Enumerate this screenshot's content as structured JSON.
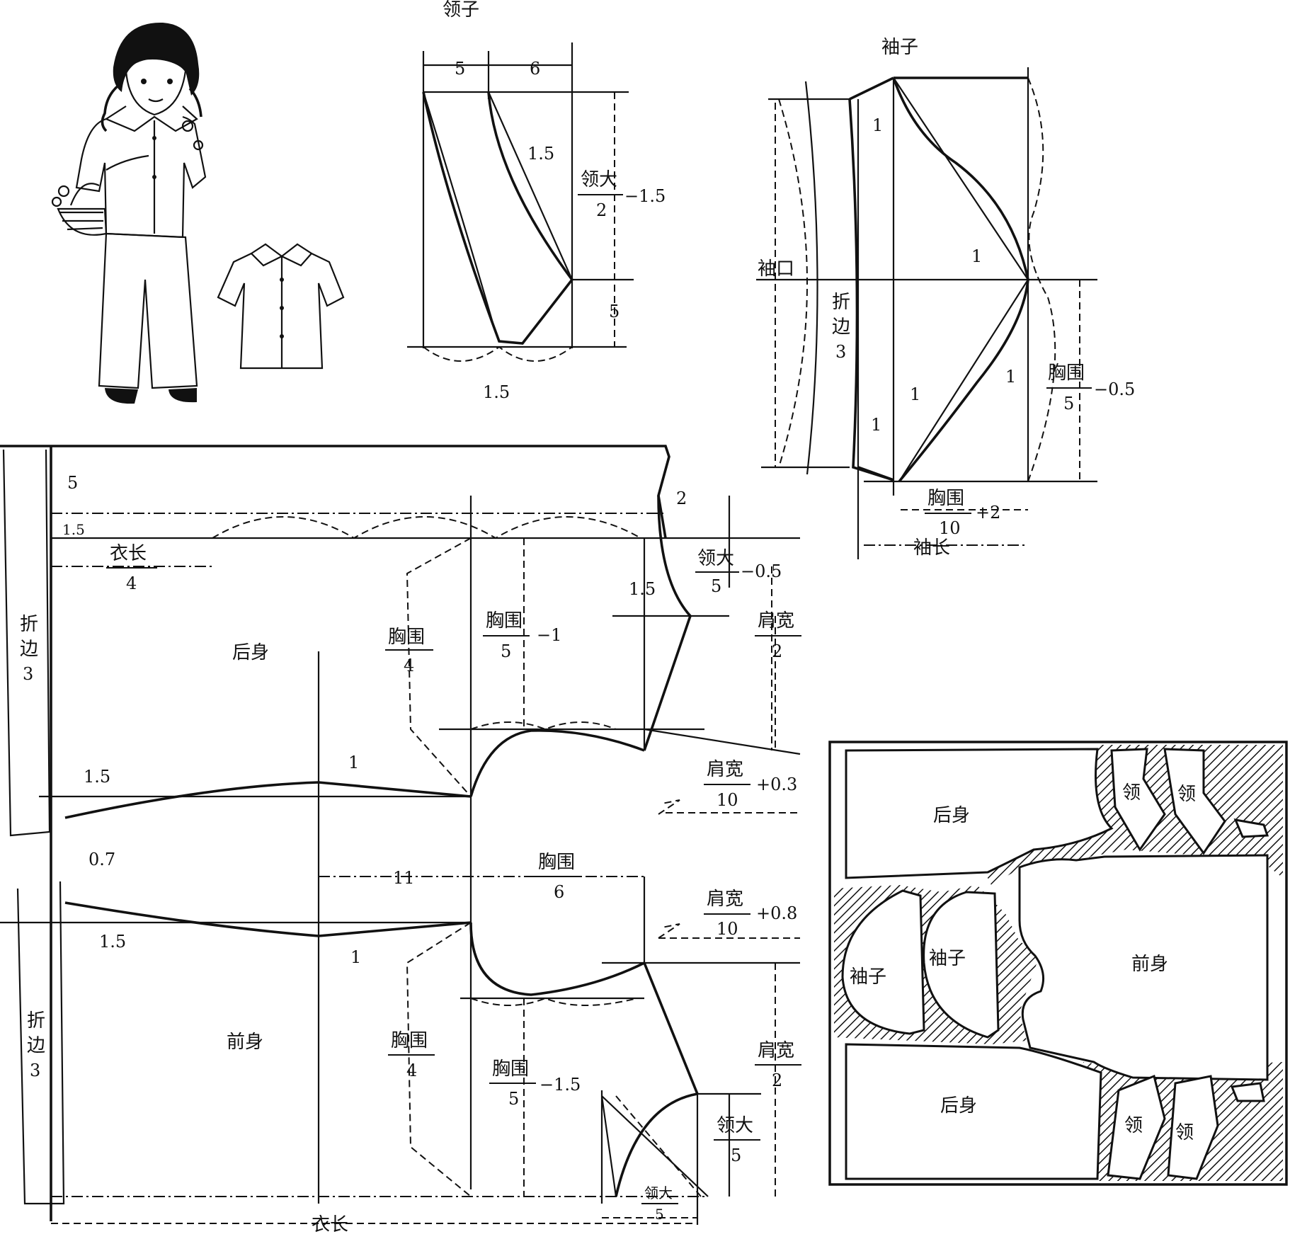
{
  "collar": {
    "title": "领子",
    "m5": "5",
    "m6": "6",
    "m1_5a": "1.5",
    "m1_5b": "1.5",
    "m5b": "5",
    "neck_num": "领大",
    "neck_den": "2",
    "neck_suffix": "−1.5"
  },
  "sleeve": {
    "title": "袖子",
    "cuff": "袖口",
    "fold_a": "折",
    "fold_b": "边",
    "fold_c": "3",
    "m1a": "1",
    "m1b": "1",
    "m1c": "1",
    "m1d": "1",
    "m1e": "1",
    "chest_num": "胸围",
    "chest_den": "5",
    "chest_suffix": "−0.5",
    "chest10_num": "胸围",
    "chest10_den": "10",
    "chest10_suffix": "+2",
    "length": "袖长"
  },
  "body": {
    "back": "后身",
    "front": "前身",
    "fold_a": "折",
    "fold_b": "边",
    "fold_c": "3",
    "fold2_a": "折",
    "fold2_b": "边",
    "fold2_c": "3",
    "m5": "5",
    "m1_5top": "1.5",
    "m2": "2",
    "m1_5neck": "1.5",
    "m1_5a": "1.5",
    "m1_5b": "1.5",
    "m1a": "1",
    "m1b": "1",
    "m0_7": "0.7",
    "m11": "11",
    "len4_num": "衣长",
    "len4_den": "4",
    "neck5_num": "领大",
    "neck5_den": "5",
    "neck5_suffix": "−0.5",
    "chest4a_num": "胸围",
    "chest4a_den": "4",
    "chest5a_num": "胸围",
    "chest5a_den": "5",
    "chest5a_suffix": "−1",
    "shoulder2a_num": "肩宽",
    "shoulder2a_den": "2",
    "shoulder10a_num": "肩宽",
    "shoulder10a_den": "10",
    "shoulder10a_suffix": "+0.3",
    "chest6_num": "胸围",
    "chest6_den": "6",
    "shoulder10b_num": "肩宽",
    "shoulder10b_den": "10",
    "shoulder10b_suffix": "+0.8",
    "chest4b_num": "胸围",
    "chest4b_den": "4",
    "chest5b_num": "胸围",
    "chest5b_den": "5",
    "chest5b_suffix": "−1.5",
    "shoulder2b_num": "肩宽",
    "shoulder2b_den": "2",
    "neck5b_num": "领大",
    "neck5b_den": "5",
    "neck5c_num": "领大",
    "neck5c_den": "5",
    "length": "衣长"
  },
  "layout": {
    "back1": "后身",
    "back2": "后身",
    "front": "前身",
    "sleeve1": "袖子",
    "sleeve2": "袖子",
    "collar1": "领",
    "collar2": "领",
    "collar3": "领",
    "collar4": "领"
  }
}
